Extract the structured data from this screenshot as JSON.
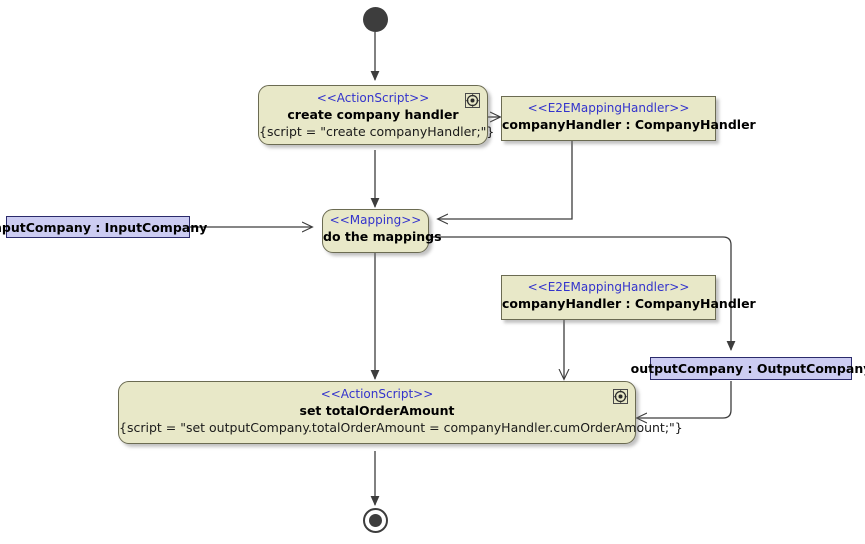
{
  "diagram": {
    "type": "uml-activity-diagram",
    "title": "",
    "colors": {
      "action_fill": "#e8e8c8",
      "action_border": "#6b6b52",
      "object_pin_fill": "#ccccf2",
      "object_pin_border": "#2b2b6b",
      "stereotype_text": "#3333cc",
      "node_text": "#000000",
      "edge": "#3d3d3d",
      "initial_final_node": "#3d3d3d",
      "background": "#ffffff"
    }
  },
  "nodes": {
    "initial": {
      "kind": "initial-node",
      "label": ""
    },
    "create_company_handler": {
      "kind": "action",
      "stereotype": "<<ActionScript>>",
      "name": "create company handler",
      "script": "{script = \"create companyHandler;\"}",
      "icon": "cog-icon"
    },
    "company_handler_out": {
      "kind": "object-node",
      "stereotype": "<<E2EMappingHandler>>",
      "name": "companyHandler : CompanyHandler"
    },
    "input_company": {
      "kind": "object-pin",
      "name": "inputCompany : InputCompany"
    },
    "do_the_mappings": {
      "kind": "action",
      "stereotype": "<<Mapping>>",
      "name": "do the mappings",
      "script": "",
      "icon": ""
    },
    "company_handler_in": {
      "kind": "object-node",
      "stereotype": "<<E2EMappingHandler>>",
      "name": "companyHandler : CompanyHandler"
    },
    "output_company": {
      "kind": "object-pin",
      "name": "outputCompany : OutputCompany"
    },
    "set_total_order_amount": {
      "kind": "action",
      "stereotype": "<<ActionScript>>",
      "name": "set totalOrderAmount",
      "script": "{script = \"set outputCompany.totalOrderAmount = companyHandler.cumOrderAmount;\"}",
      "icon": "cog-icon"
    },
    "final": {
      "kind": "activity-final-node",
      "label": ""
    }
  },
  "edges": [
    {
      "from": "initial",
      "to": "create_company_handler",
      "style": "control-flow"
    },
    {
      "from": "create_company_handler",
      "to": "company_handler_out",
      "style": "object-flow"
    },
    {
      "from": "create_company_handler",
      "to": "do_the_mappings",
      "style": "control-flow"
    },
    {
      "from": "company_handler_out",
      "to": "do_the_mappings",
      "style": "object-flow"
    },
    {
      "from": "input_company",
      "to": "do_the_mappings",
      "style": "object-flow"
    },
    {
      "from": "do_the_mappings",
      "to": "output_company",
      "style": "object-flow"
    },
    {
      "from": "do_the_mappings",
      "to": "set_total_order_amount",
      "style": "control-flow"
    },
    {
      "from": "company_handler_in",
      "to": "set_total_order_amount",
      "style": "object-flow"
    },
    {
      "from": "output_company",
      "to": "set_total_order_amount",
      "style": "object-flow"
    },
    {
      "from": "set_total_order_amount",
      "to": "final",
      "style": "control-flow"
    }
  ]
}
